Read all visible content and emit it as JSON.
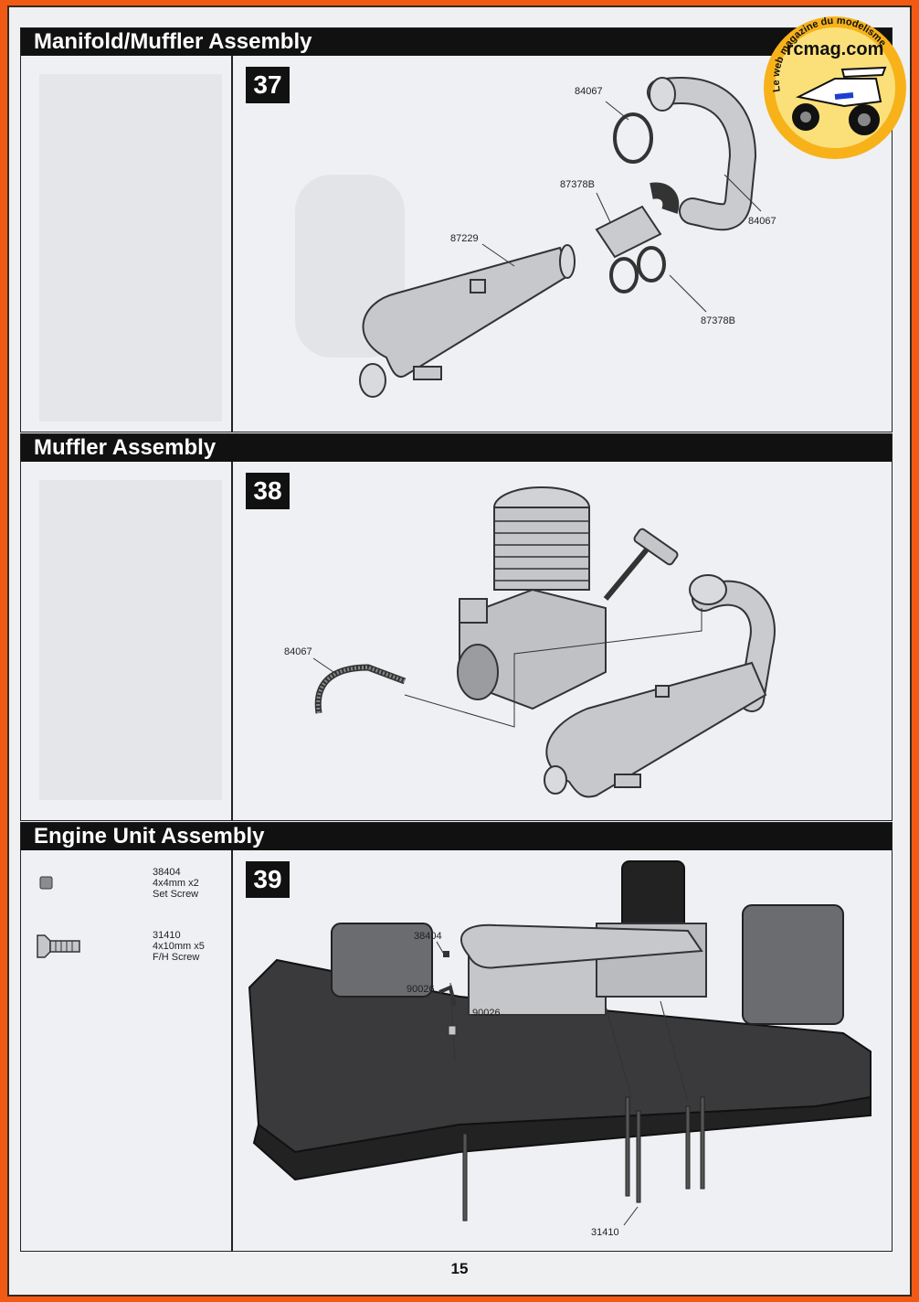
{
  "sections": [
    {
      "title": "Manifold/Muffler Assembly",
      "step": "37",
      "labels": [
        "84067",
        "87378B",
        "87229",
        "84067",
        "87378B"
      ]
    },
    {
      "title": "Muffler Assembly",
      "step": "38",
      "labels": [
        "84067"
      ]
    },
    {
      "title": "Engine Unit Assembly",
      "step": "39",
      "labels": [
        "38404",
        "90026",
        "90026",
        "31410"
      ],
      "parts": [
        {
          "code": "38404",
          "size": "4x4mm x2",
          "name": "Set Screw"
        },
        {
          "code": "31410",
          "size": "4x10mm x5",
          "name": "F/H Screw"
        }
      ]
    }
  ],
  "logo": {
    "tagline": "Le web magazine du modelisme",
    "brand": "rcmag.com"
  },
  "page_number": "15"
}
